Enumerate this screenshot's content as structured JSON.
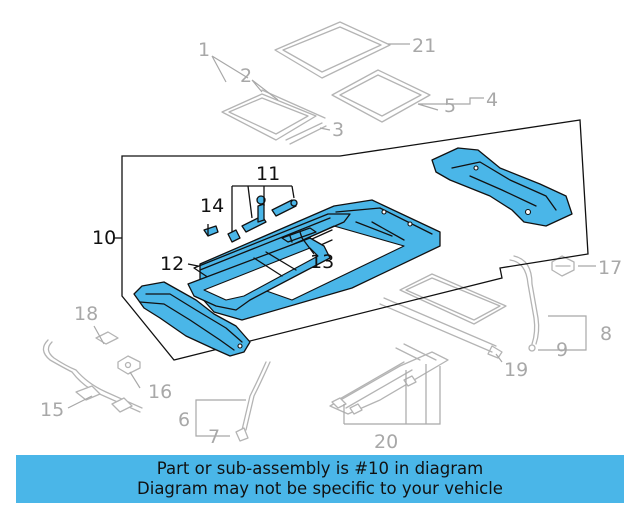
{
  "callouts": {
    "c1": "1",
    "c2": "2",
    "c3": "3",
    "c4": "4",
    "c5": "5",
    "c6": "6",
    "c7": "7",
    "c8": "8",
    "c9": "9",
    "c10": "10",
    "c11": "11",
    "c12": "12",
    "c13": "13",
    "c14": "14",
    "c15": "15",
    "c16": "16",
    "c17": "17",
    "c18": "18",
    "c19": "19",
    "c20": "20",
    "c21": "21"
  },
  "banner": {
    "line1": "Part or sub-assembly is #10 in diagram",
    "line2": "Diagram may not be specific to your vehicle"
  },
  "colors": {
    "highlight": "#4ab6e8",
    "ghost": "#b4b4b4",
    "outline": "#111111"
  }
}
